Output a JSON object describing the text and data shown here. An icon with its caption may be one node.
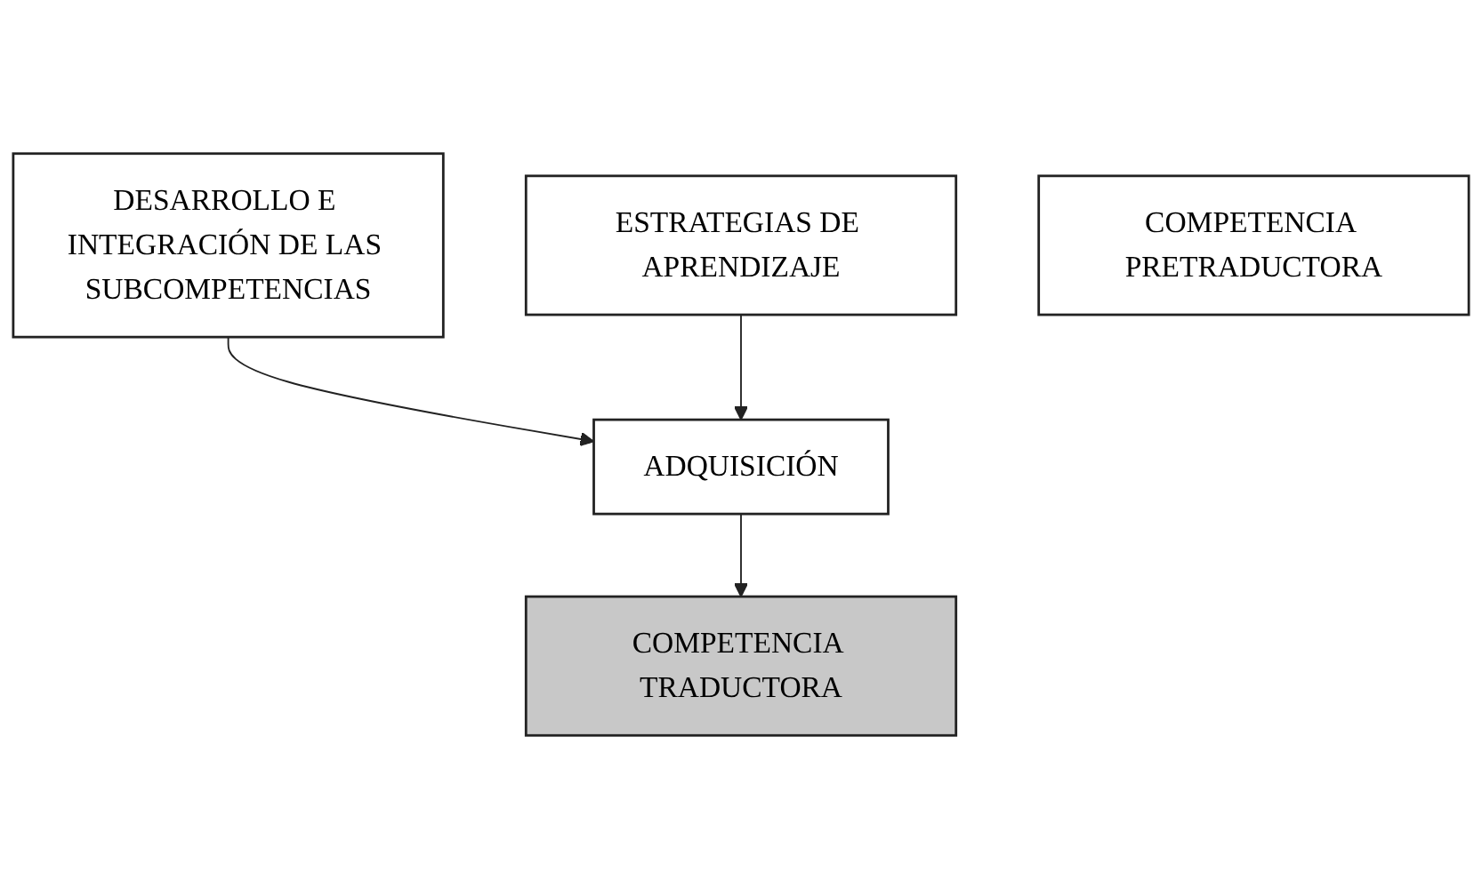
{
  "diagram": {
    "nodes": [
      {
        "text": [
          "COMPETENCIA PRETRADUCTORA"
        ]
      },
      {
        "text": [
          "DESARROLLO E INTEGRACIÓN DE LAS SUBCOMPETENCIAS"
        ]
      },
      {
        "text": [
          "ADQUISICIÓN"
        ]
      },
      {
        "text": [
          "ESTRATEGIAS DE APRENDIZAJE"
        ]
      },
      {
        "text": [
          "COMPETENCIA TRADUCTORA"
        ]
      }
    ],
    "edges": [
      {
        "from": 1,
        "to": 2,
        "arrow": "to"
      },
      {
        "from": 3,
        "to": 2,
        "arrow": "to"
      },
      {
        "from": 2,
        "to": 4,
        "arrow": "to"
      }
    ]
  }
}
